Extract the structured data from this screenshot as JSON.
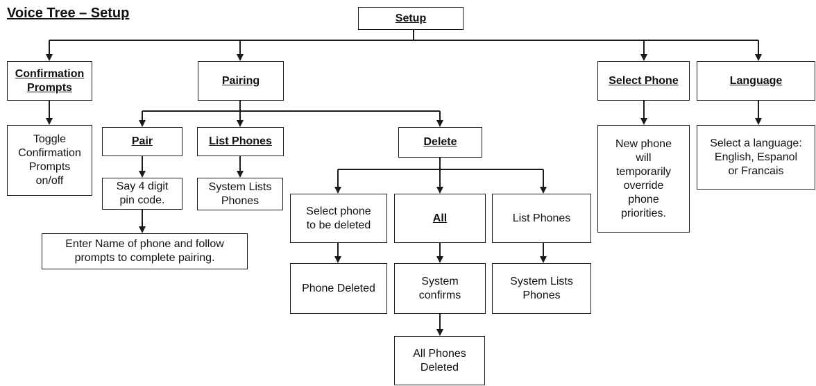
{
  "title": "Voice Tree – Setup",
  "nodes": {
    "setup": "Setup",
    "confirmation_prompts": "Confirmation\nPrompts",
    "pairing": "Pairing",
    "select_phone": "Select Phone",
    "language": "Language",
    "toggle_confirmation": "Toggle\nConfirmation\nPrompts\non/off",
    "pair": "Pair",
    "list_phones": "List Phones",
    "delete": "Delete",
    "new_phone_override": "New phone\nwill\ntemporarily\noverride\nphone\npriorities.",
    "select_language": "Select a language:\nEnglish, Espanol\nor Francais",
    "say_pin": "Say 4 digit\npin code.",
    "system_lists_phones_1": "System Lists\nPhones",
    "enter_name": "Enter Name of phone and follow\nprompts to complete pairing.",
    "select_phone_delete": "Select phone\nto be deleted",
    "all": "All",
    "list_phones_delete": "List Phones",
    "phone_deleted": "Phone Deleted",
    "system_confirms": "System\nconfirms",
    "system_lists_phones_2": "System Lists\nPhones",
    "all_phones_deleted": "All Phones\nDeleted"
  },
  "colors": {
    "line": "#1a1a1a",
    "box_border": "#1a1a1a",
    "text": "#111111"
  }
}
